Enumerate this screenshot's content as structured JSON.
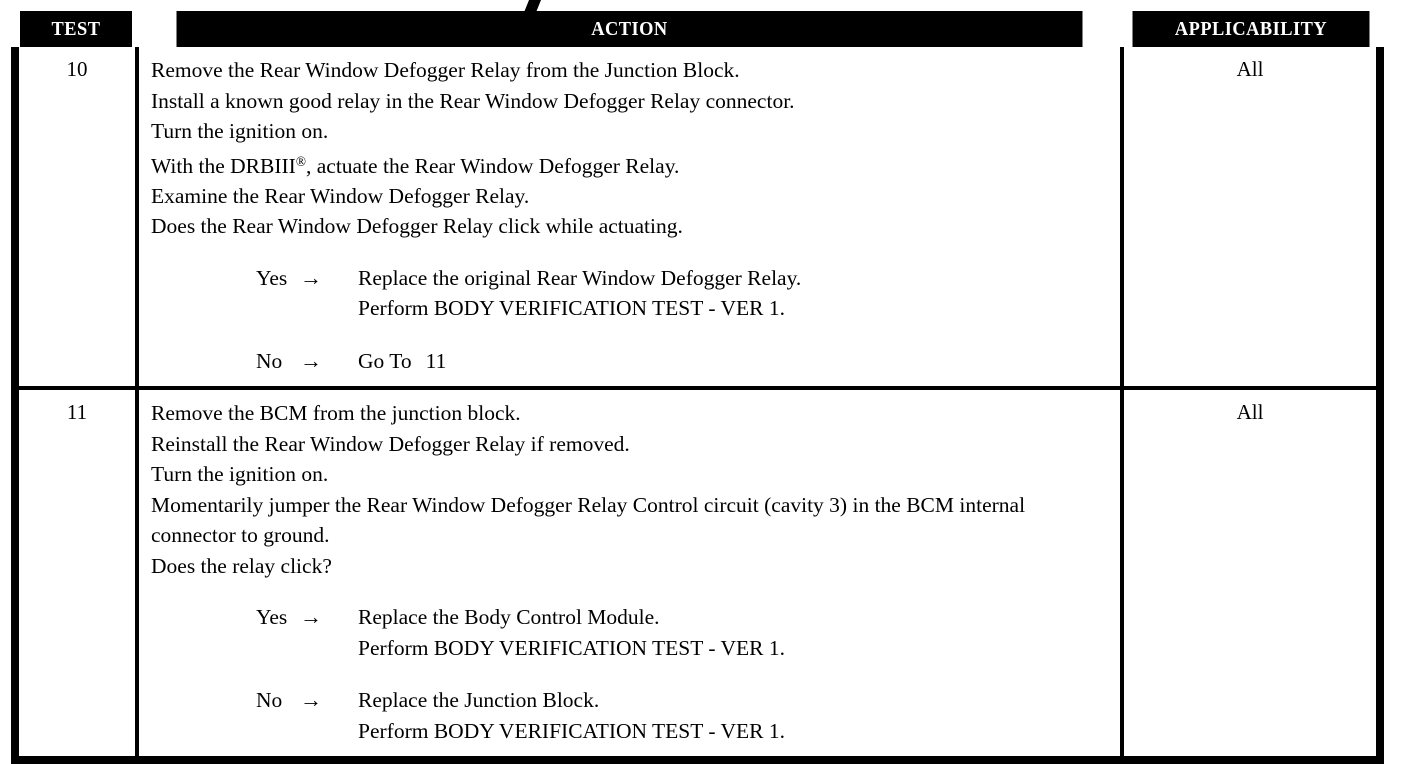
{
  "table": {
    "columns": [
      {
        "key": "test",
        "label": "TEST"
      },
      {
        "key": "action",
        "label": "ACTION"
      },
      {
        "key": "applicability",
        "label": "APPLICABILITY"
      }
    ],
    "header_background": "#000000",
    "header_text_color": "#ffffff",
    "border_color": "#000000",
    "rows": [
      {
        "test": "10",
        "applicability": "All",
        "steps": [
          "Remove the Rear Window Defogger Relay from the Junction Block.",
          "Install a known good relay in the Rear Window Defogger Relay connector.",
          "Turn the ignition on.",
          "With the DRBIII®, actuate the Rear Window Defogger Relay.",
          "Examine the Rear Window Defogger Relay.",
          "Does the Rear Window Defogger Relay click while actuating."
        ],
        "step_with_superscript_index": 3,
        "step_superscript_base": "With the DRBIII",
        "step_superscript_mark": "®",
        "step_superscript_tail": ", actuate the Rear Window Defogger Relay.",
        "branches": [
          {
            "label": "Yes",
            "arrow": "→",
            "lines": [
              "Replace the original Rear Window Defogger Relay.",
              "Perform BODY VERIFICATION TEST - VER 1."
            ]
          },
          {
            "label": "No",
            "arrow": "→",
            "lines": [
              "Go To",
              "11"
            ],
            "inline": true
          }
        ]
      },
      {
        "test": "11",
        "applicability": "All",
        "steps": [
          "Remove the BCM from the junction block.",
          "Reinstall the Rear Window Defogger Relay if removed.",
          "Turn the ignition on.",
          "Momentarily jumper the Rear Window Defogger Relay Control circuit (cavity 3) in the BCM internal connector to ground.",
          "Does the relay click?"
        ],
        "branches": [
          {
            "label": "Yes",
            "arrow": "→",
            "lines": [
              "Replace the Body Control Module.",
              "Perform BODY VERIFICATION TEST - VER 1."
            ]
          },
          {
            "label": "No",
            "arrow": "→",
            "lines": [
              "Replace the Junction Block.",
              "Perform BODY VERIFICATION TEST - VER 1."
            ]
          }
        ]
      }
    ]
  }
}
